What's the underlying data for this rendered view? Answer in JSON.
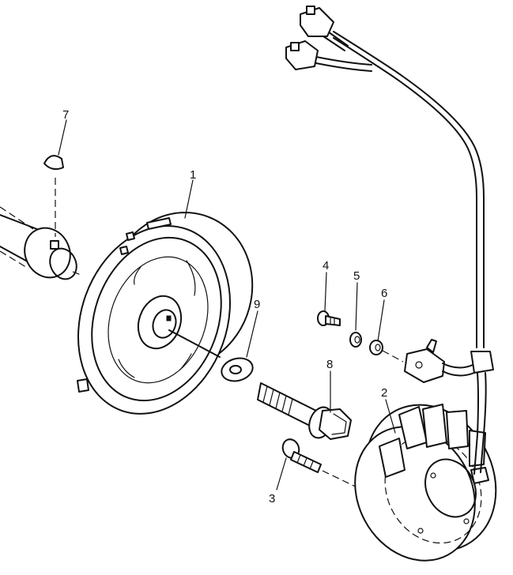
{
  "callouts": [
    {
      "id": "flywheel",
      "label": "1"
    },
    {
      "id": "stator",
      "label": "2"
    },
    {
      "id": "stator-screw",
      "label": "3"
    },
    {
      "id": "clamp-bolt",
      "label": "4"
    },
    {
      "id": "clamp-spring-washer",
      "label": "5"
    },
    {
      "id": "clamp-washer",
      "label": "6"
    },
    {
      "id": "woodruff-key",
      "label": "7"
    },
    {
      "id": "flywheel-bolt",
      "label": "8"
    },
    {
      "id": "flywheel-washer",
      "label": "9"
    }
  ]
}
